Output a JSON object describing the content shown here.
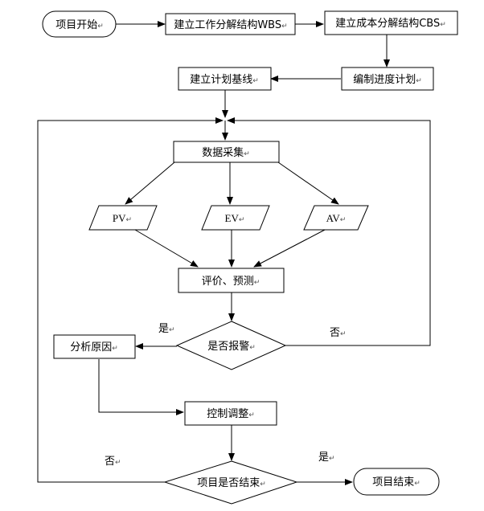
{
  "nodes": {
    "start": "项目开始",
    "wbs": "建立工作分解结构WBS",
    "cbs": "建立成本分解结构CBS",
    "schedule": "编制进度计划",
    "baseline": "建立计划基线",
    "collect": "数据采集",
    "pv": "PV",
    "ev": "EV",
    "av": "AV",
    "evaluate": "评价、预测",
    "alarm": "是否报警",
    "analyze": "分析原因",
    "control": "控制调整",
    "project_end_q": "项目是否结束",
    "end": "项目结束"
  },
  "edge_labels": {
    "alarm_yes": "是",
    "alarm_no": "否",
    "end_no": "否",
    "end_yes": "是"
  },
  "paragraph_mark": "↵"
}
